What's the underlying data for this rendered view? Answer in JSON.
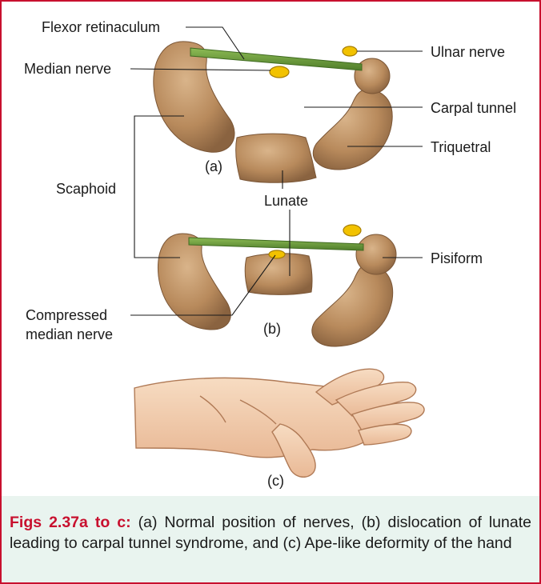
{
  "labels": {
    "flexor_retinaculum": "Flexor retinaculum",
    "median_nerve": "Median nerve",
    "ulnar_nerve": "Ulnar nerve",
    "carpal_tunnel": "Carpal tunnel",
    "triquetral": "Triquetral",
    "scaphoid": "Scaphoid",
    "lunate": "Lunate",
    "pisiform": "Pisiform",
    "compressed_median_nerve_line1": "Compressed",
    "compressed_median_nerve_line2": "median nerve",
    "panel_a": "(a)",
    "panel_b": "(b)",
    "panel_c": "(c)"
  },
  "caption": {
    "title": "Figs 2.37a to c:",
    "text": " (a) Normal position of nerves, (b) dislocation of lunate leading to carpal tunnel syndrome, and (c) Ape-like deformity of the hand"
  },
  "colors": {
    "border": "#c8102e",
    "bone": "#b88a5c",
    "bone_dark": "#8a6340",
    "ligament": "#6a9a3a",
    "nerve": "#f2c200",
    "skin": "#f3cfb0",
    "caption_band": "#e9f4ef"
  }
}
